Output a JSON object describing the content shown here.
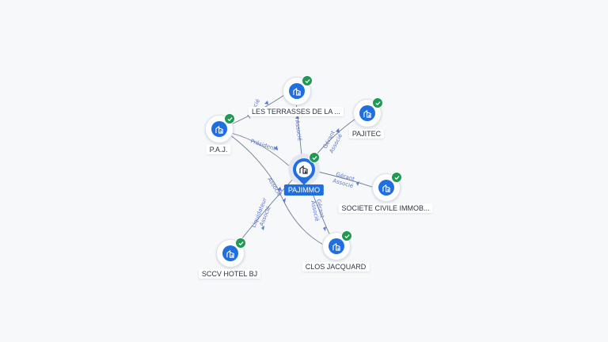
{
  "nodes": {
    "center": {
      "label": "PAJIMMO"
    },
    "terrasses": {
      "label": "LES TERRASSES DE LA ..."
    },
    "paj": {
      "label": "P.A.J."
    },
    "pajitec": {
      "label": "PAJITEC"
    },
    "sci": {
      "label": "SOCIETE CIVILE IMMOB..."
    },
    "sccv": {
      "label": "SCCV HOTEL BJ"
    },
    "clos": {
      "label": "CLOS JACQUARD"
    }
  },
  "edges": {
    "paj_terrasses": "Associé",
    "center_terrasses": "Associé",
    "paj_center": "Président",
    "paj_center_b": "Associé",
    "center_pajitec_1": "Gérant",
    "center_pajitec_2": "Associé",
    "center_sci_1": "Gérant",
    "center_sci_2": "Associé",
    "center_sccv_1": "Liquidateur",
    "center_sccv_2": "Associé",
    "center_clos_1": "Gérant",
    "center_clos_2": "Associé"
  },
  "colors": {
    "node_blue": "#1f6fe0",
    "verified_green": "#1e9a53",
    "edge_label": "#5c76c9"
  },
  "icons": {
    "node": "building-icon",
    "badge": "check-icon"
  }
}
